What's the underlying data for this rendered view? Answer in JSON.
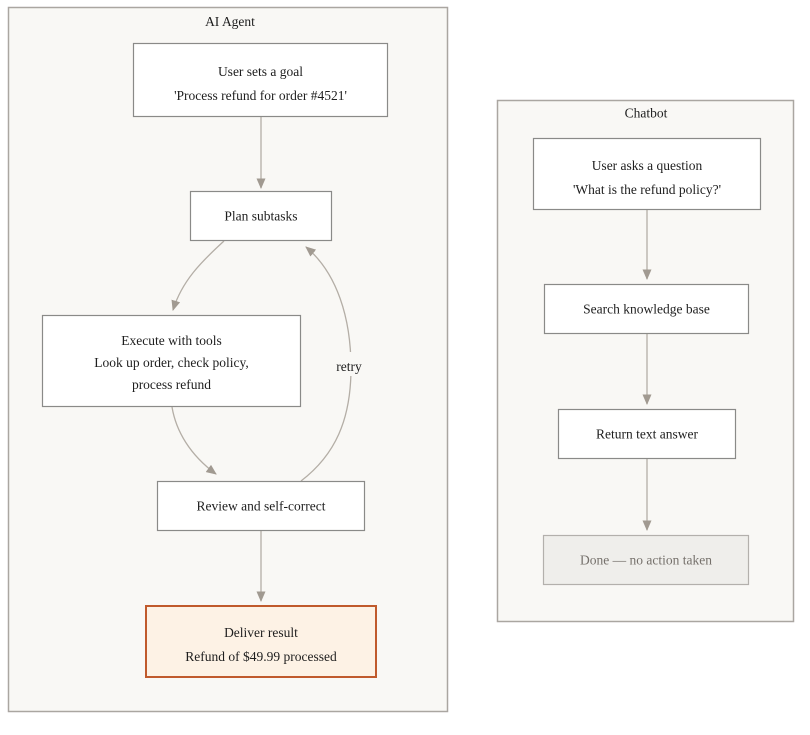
{
  "agent": {
    "title": "AI Agent",
    "goal": {
      "line1": "User sets a goal",
      "line2": "'Process refund for order #4521'"
    },
    "plan": {
      "label": "Plan subtasks"
    },
    "execute": {
      "line1": "Execute with tools",
      "line2": "Look up order, check policy,",
      "line3": "process refund"
    },
    "review": {
      "label": "Review and self-correct"
    },
    "deliver": {
      "line1": "Deliver result",
      "line2": "Refund of $49.99 processed"
    },
    "retry_label": "retry"
  },
  "chatbot": {
    "title": "Chatbot",
    "question": {
      "line1": "User asks a question",
      "line2": "'What is the refund policy?'"
    },
    "search": {
      "label": "Search knowledge base"
    },
    "answer": {
      "label": "Return text answer"
    },
    "done": {
      "label": "Done — no action taken"
    }
  },
  "colors": {
    "container_fill": "#f9f8f5",
    "container_border": "#aaa6a1",
    "node_fill": "#ffffff",
    "node_border": "#8a8a88",
    "edge": "#b4aea6",
    "arrowhead": "#a19a91",
    "text": "#1e1e1e",
    "highlight_border": "#c05a2c",
    "highlight_fill": "#fdf2e5",
    "muted_fill": "#efeeeb",
    "muted_border": "#b3b0ac",
    "muted_text": "#75706b"
  }
}
